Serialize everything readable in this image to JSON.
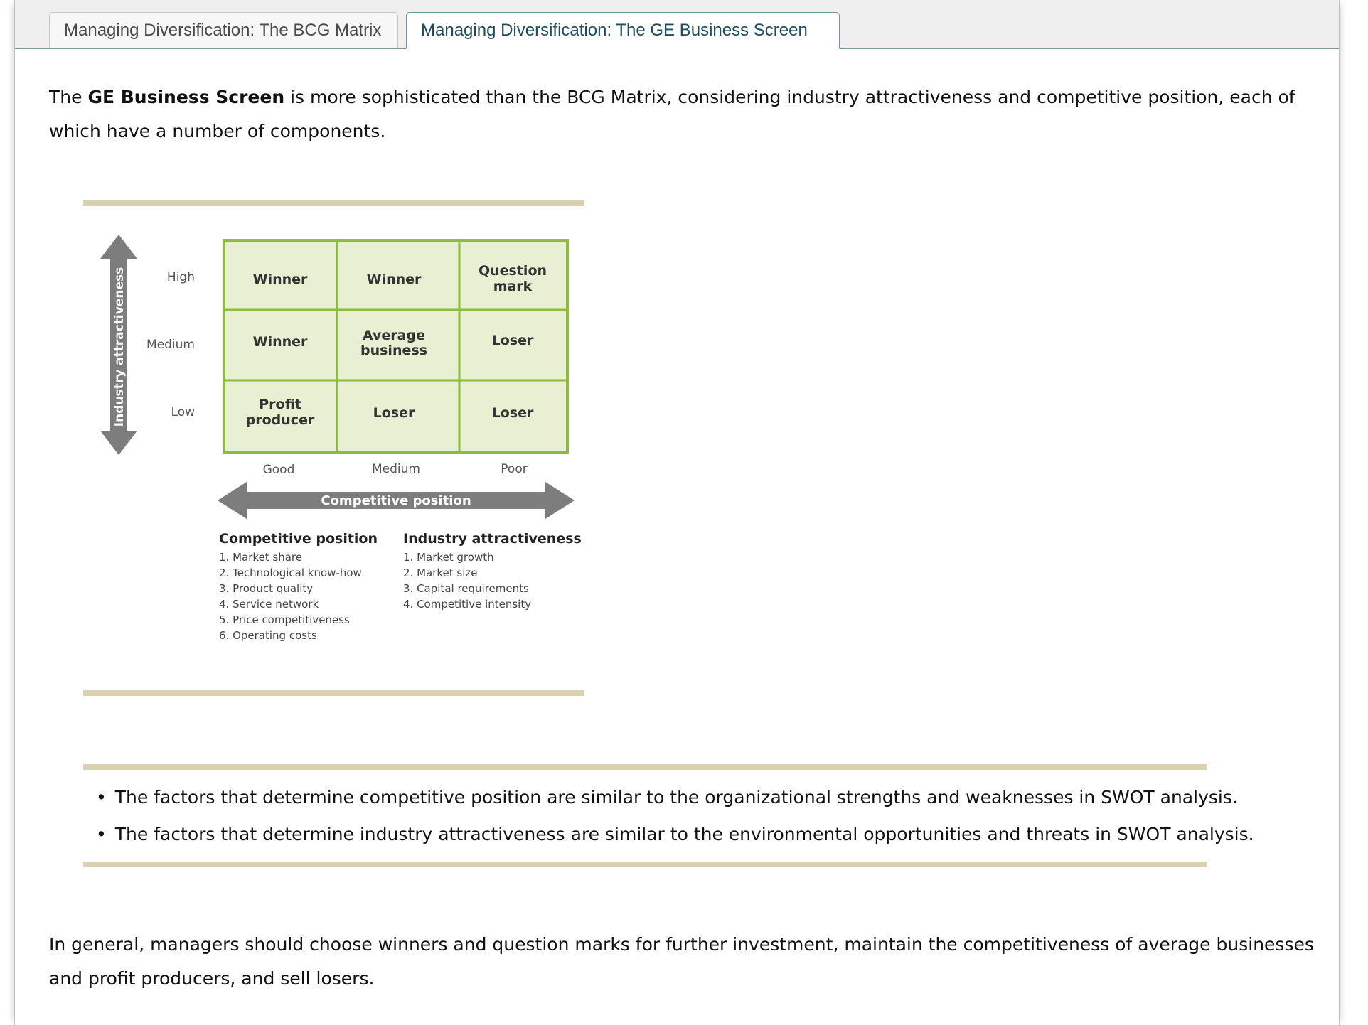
{
  "tabs": [
    {
      "label": "Managing Diversification: The BCG Matrix",
      "active": false
    },
    {
      "label": "Managing Diversification: The GE Business Screen",
      "active": true
    }
  ],
  "intro": {
    "prefix": "The ",
    "bold": "GE Business Screen",
    "suffix": " is more sophisticated than the BCG Matrix, considering industry attractiveness and competitive position, each of which have a number of components."
  },
  "figure": {
    "y_axis_label": "Industry attractiveness",
    "row_labels": [
      "High",
      "Medium",
      "Low"
    ],
    "col_labels": [
      "Good",
      "Medium",
      "Poor"
    ],
    "x_axis_label": "Competitive position",
    "cells": [
      [
        [
          "Winner"
        ],
        [
          "Winner"
        ],
        [
          "Question",
          "mark"
        ]
      ],
      [
        [
          "Winner"
        ],
        [
          "Average",
          "business"
        ],
        [
          "Loser"
        ]
      ],
      [
        [
          "Profit",
          "producer"
        ],
        [
          "Loser"
        ],
        [
          "Loser"
        ]
      ]
    ],
    "competitive_title": "Competitive position",
    "competitive_items": [
      "1. Market share",
      "2. Technological know-how",
      "3. Product quality",
      "4. Service network",
      "5. Price competitiveness",
      "6. Operating costs"
    ],
    "industry_title": "Industry attractiveness",
    "industry_items": [
      "1. Market growth",
      "2. Market size",
      "3. Capital requirements",
      "4. Competitive intensity"
    ]
  },
  "bullets": [
    "The factors that determine competitive position are similar to the organizational strengths and weaknesses in SWOT analysis.",
    "The factors that determine industry attractiveness are similar to the environmental opportunities and threats in SWOT analysis."
  ],
  "outro": "In general, managers should choose winners and question marks for further investment, maintain the competitiveness of average businesses and profit producers, and sell losers.",
  "colors": {
    "cell_fill": "#e8efd2",
    "grid_border": "#8dbb3e",
    "arrow": "#7d7d7d",
    "rule": "#d9d1b0",
    "active_tab_text": "#1e4c5d"
  }
}
